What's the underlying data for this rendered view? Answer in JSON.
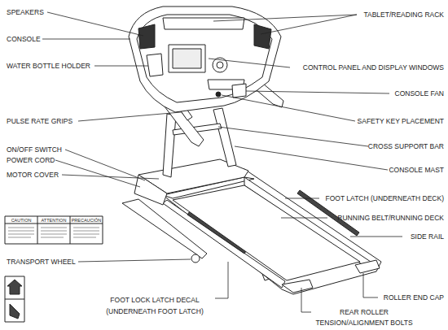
{
  "diagram": {
    "labels": [
      "SPEAKERS",
      "CONSOLE",
      "WATER BOTTLE HOLDER",
      "PULSE RATE GRIPS",
      "ON/OFF SWITCH",
      "POWER CORD",
      "MOTOR COVER",
      "CAUTION",
      "ATTENTION",
      "PRECAUCIÓN",
      "TRANSPORT WHEEL",
      "FOOT LOCK LATCH DECAL (UNDERNEATH FOOT LATCH)",
      "TABLET/READING RACK",
      "CONTROL PANEL AND DISPLAY WINDOWS",
      "CONSOLE FAN",
      "SAFETY KEY PLACEMENT",
      "CROSS SUPPORT BAR",
      "CONSOLE MAST",
      "FOOT LATCH (UNDERNEATH DECK)",
      "RUNNING BELT/RUNNING DECK",
      "SIDE RAIL",
      "ROLLER END CAP",
      "REAR ROLLER TENSION/ALIGNMENT BOLTS"
    ]
  }
}
